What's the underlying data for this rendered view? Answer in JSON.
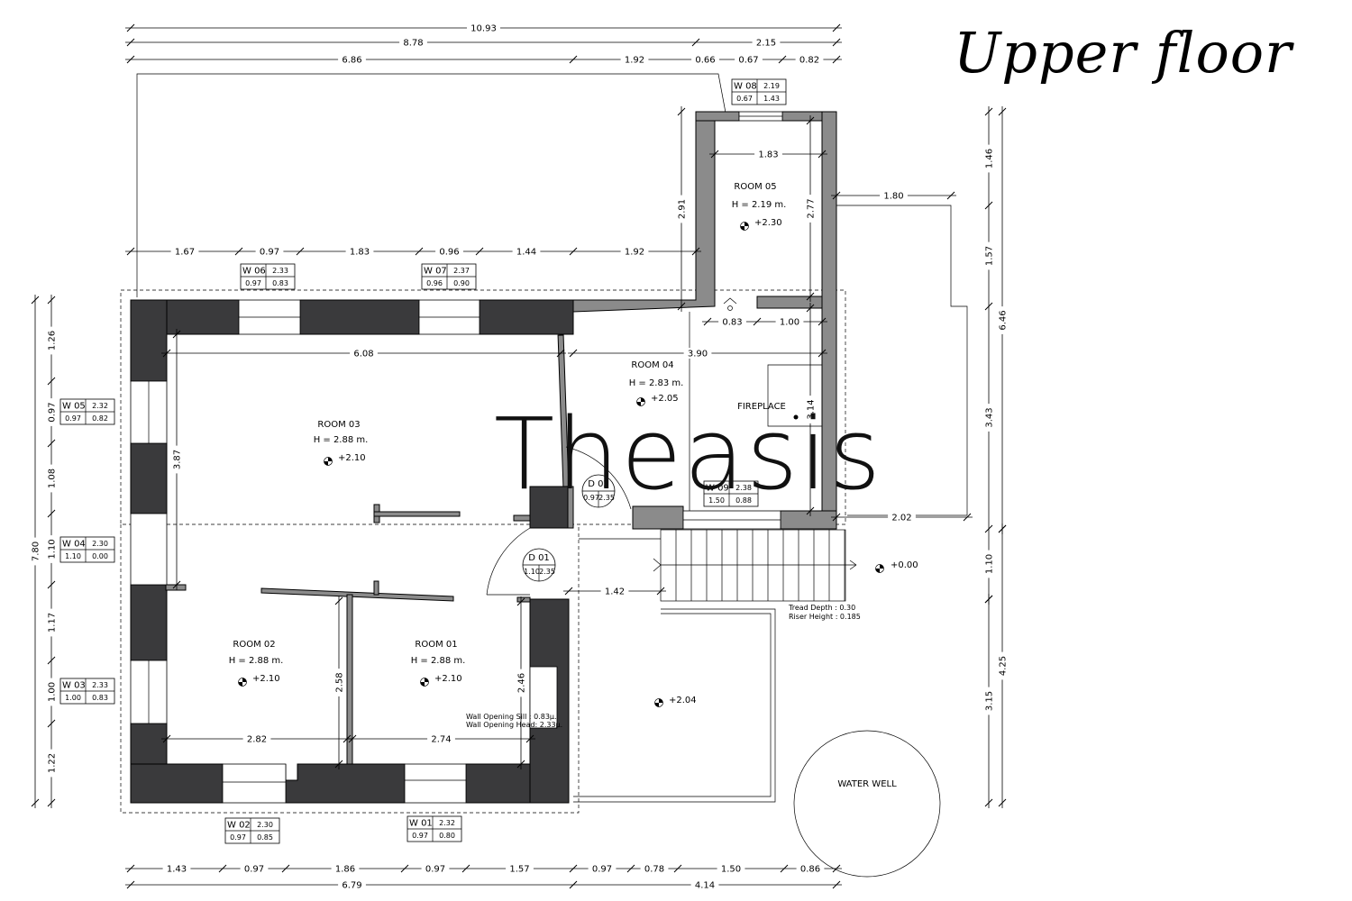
{
  "title": "Upper floor",
  "brand": "Theasis",
  "rooms": [
    {
      "name": "ROOM 05",
      "height": "H = 2.19 m.",
      "level": "+2.30"
    },
    {
      "name": "ROOM 04",
      "height": "H = 2.83 m.",
      "level": "+2.05"
    },
    {
      "name": "ROOM 03",
      "height": "H = 2.88 m.",
      "level": "+2.10"
    },
    {
      "name": "ROOM 02",
      "height": "H = 2.88 m.",
      "level": "+2.10"
    },
    {
      "name": "ROOM 01",
      "height": "H = 2.88 m.",
      "level": "+2.10"
    }
  ],
  "levels": {
    "ground": "+0.00",
    "terrace": "+2.04"
  },
  "labels": {
    "fireplace": "FIREPLACE",
    "water_well": "WATER WELL",
    "tread": "Tread Depth : 0.30",
    "riser": "Riser Height : 0.185",
    "wall_sill": "Wall Opening Sill : 0.83μ.",
    "wall_head": "Wall Opening Head: 2.33μ."
  },
  "openings": [
    {
      "id": "W 08",
      "h": "2.19",
      "a": "0.67",
      "b": "1.43"
    },
    {
      "id": "W 06",
      "h": "2.33",
      "a": "0.97",
      "b": "0.83"
    },
    {
      "id": "W 07",
      "h": "2.37",
      "a": "0.96",
      "b": "0.90"
    },
    {
      "id": "W 05",
      "h": "2.32",
      "a": "0.97",
      "b": "0.82"
    },
    {
      "id": "W 04",
      "h": "2.30",
      "a": "1.10",
      "b": "0.00"
    },
    {
      "id": "W 03",
      "h": "2.33",
      "a": "1.00",
      "b": "0.83"
    },
    {
      "id": "W 02",
      "h": "2.30",
      "a": "0.97",
      "b": "0.85"
    },
    {
      "id": "W 01",
      "h": "2.32",
      "a": "0.97",
      "b": "0.80"
    },
    {
      "id": "W 09",
      "h": "2.38",
      "a": "1.50",
      "b": "0.88"
    }
  ],
  "doors": [
    {
      "id": "D 02",
      "a": "0.97",
      "b": "2.35"
    },
    {
      "id": "D 01",
      "a": "1.10",
      "b": "2.35"
    }
  ],
  "dimensions": {
    "top_total": "10.93",
    "top_row2": [
      "8.78",
      "2.15"
    ],
    "top_row3": [
      "6.86",
      "1.92",
      "0.66",
      "0.67",
      "0.82"
    ],
    "top_row4": [
      "1.67",
      "0.97",
      "1.83",
      "0.96",
      "1.44",
      "1.92"
    ],
    "bottom_row1": [
      "1.43",
      "0.97",
      "1.86",
      "0.97",
      "1.57",
      "0.97",
      "0.78",
      "1.50",
      "0.86"
    ],
    "bottom_row2": [
      "6.79",
      "4.14"
    ],
    "left_total": "7.80",
    "left_parts": [
      "1.26",
      "0.97",
      "1.08",
      "1.10",
      "1.17",
      "1.00",
      "1.22"
    ],
    "right_total": "6.46",
    "right_row1": [
      "1.46",
      "1.57",
      "3.43",
      "1.10"
    ],
    "right_row2": [
      "4.25"
    ],
    "right_row3": [
      "3.15"
    ],
    "inner": {
      "room5_w": "1.83",
      "room5_h": "2.77",
      "room5_left": "2.91",
      "room5_right": "1.80",
      "room4_a": "0.83",
      "room4_b": "1.00",
      "room4_w": "3.90",
      "room4_h": "3.14",
      "room4_r": "2.02",
      "room3_w": "6.08",
      "room3_h": "3.87",
      "stair_gap": "1.42",
      "r02_w": "2.82",
      "r01_w": "2.74",
      "r02_h": "2.58",
      "r01_h": "2.46"
    }
  }
}
